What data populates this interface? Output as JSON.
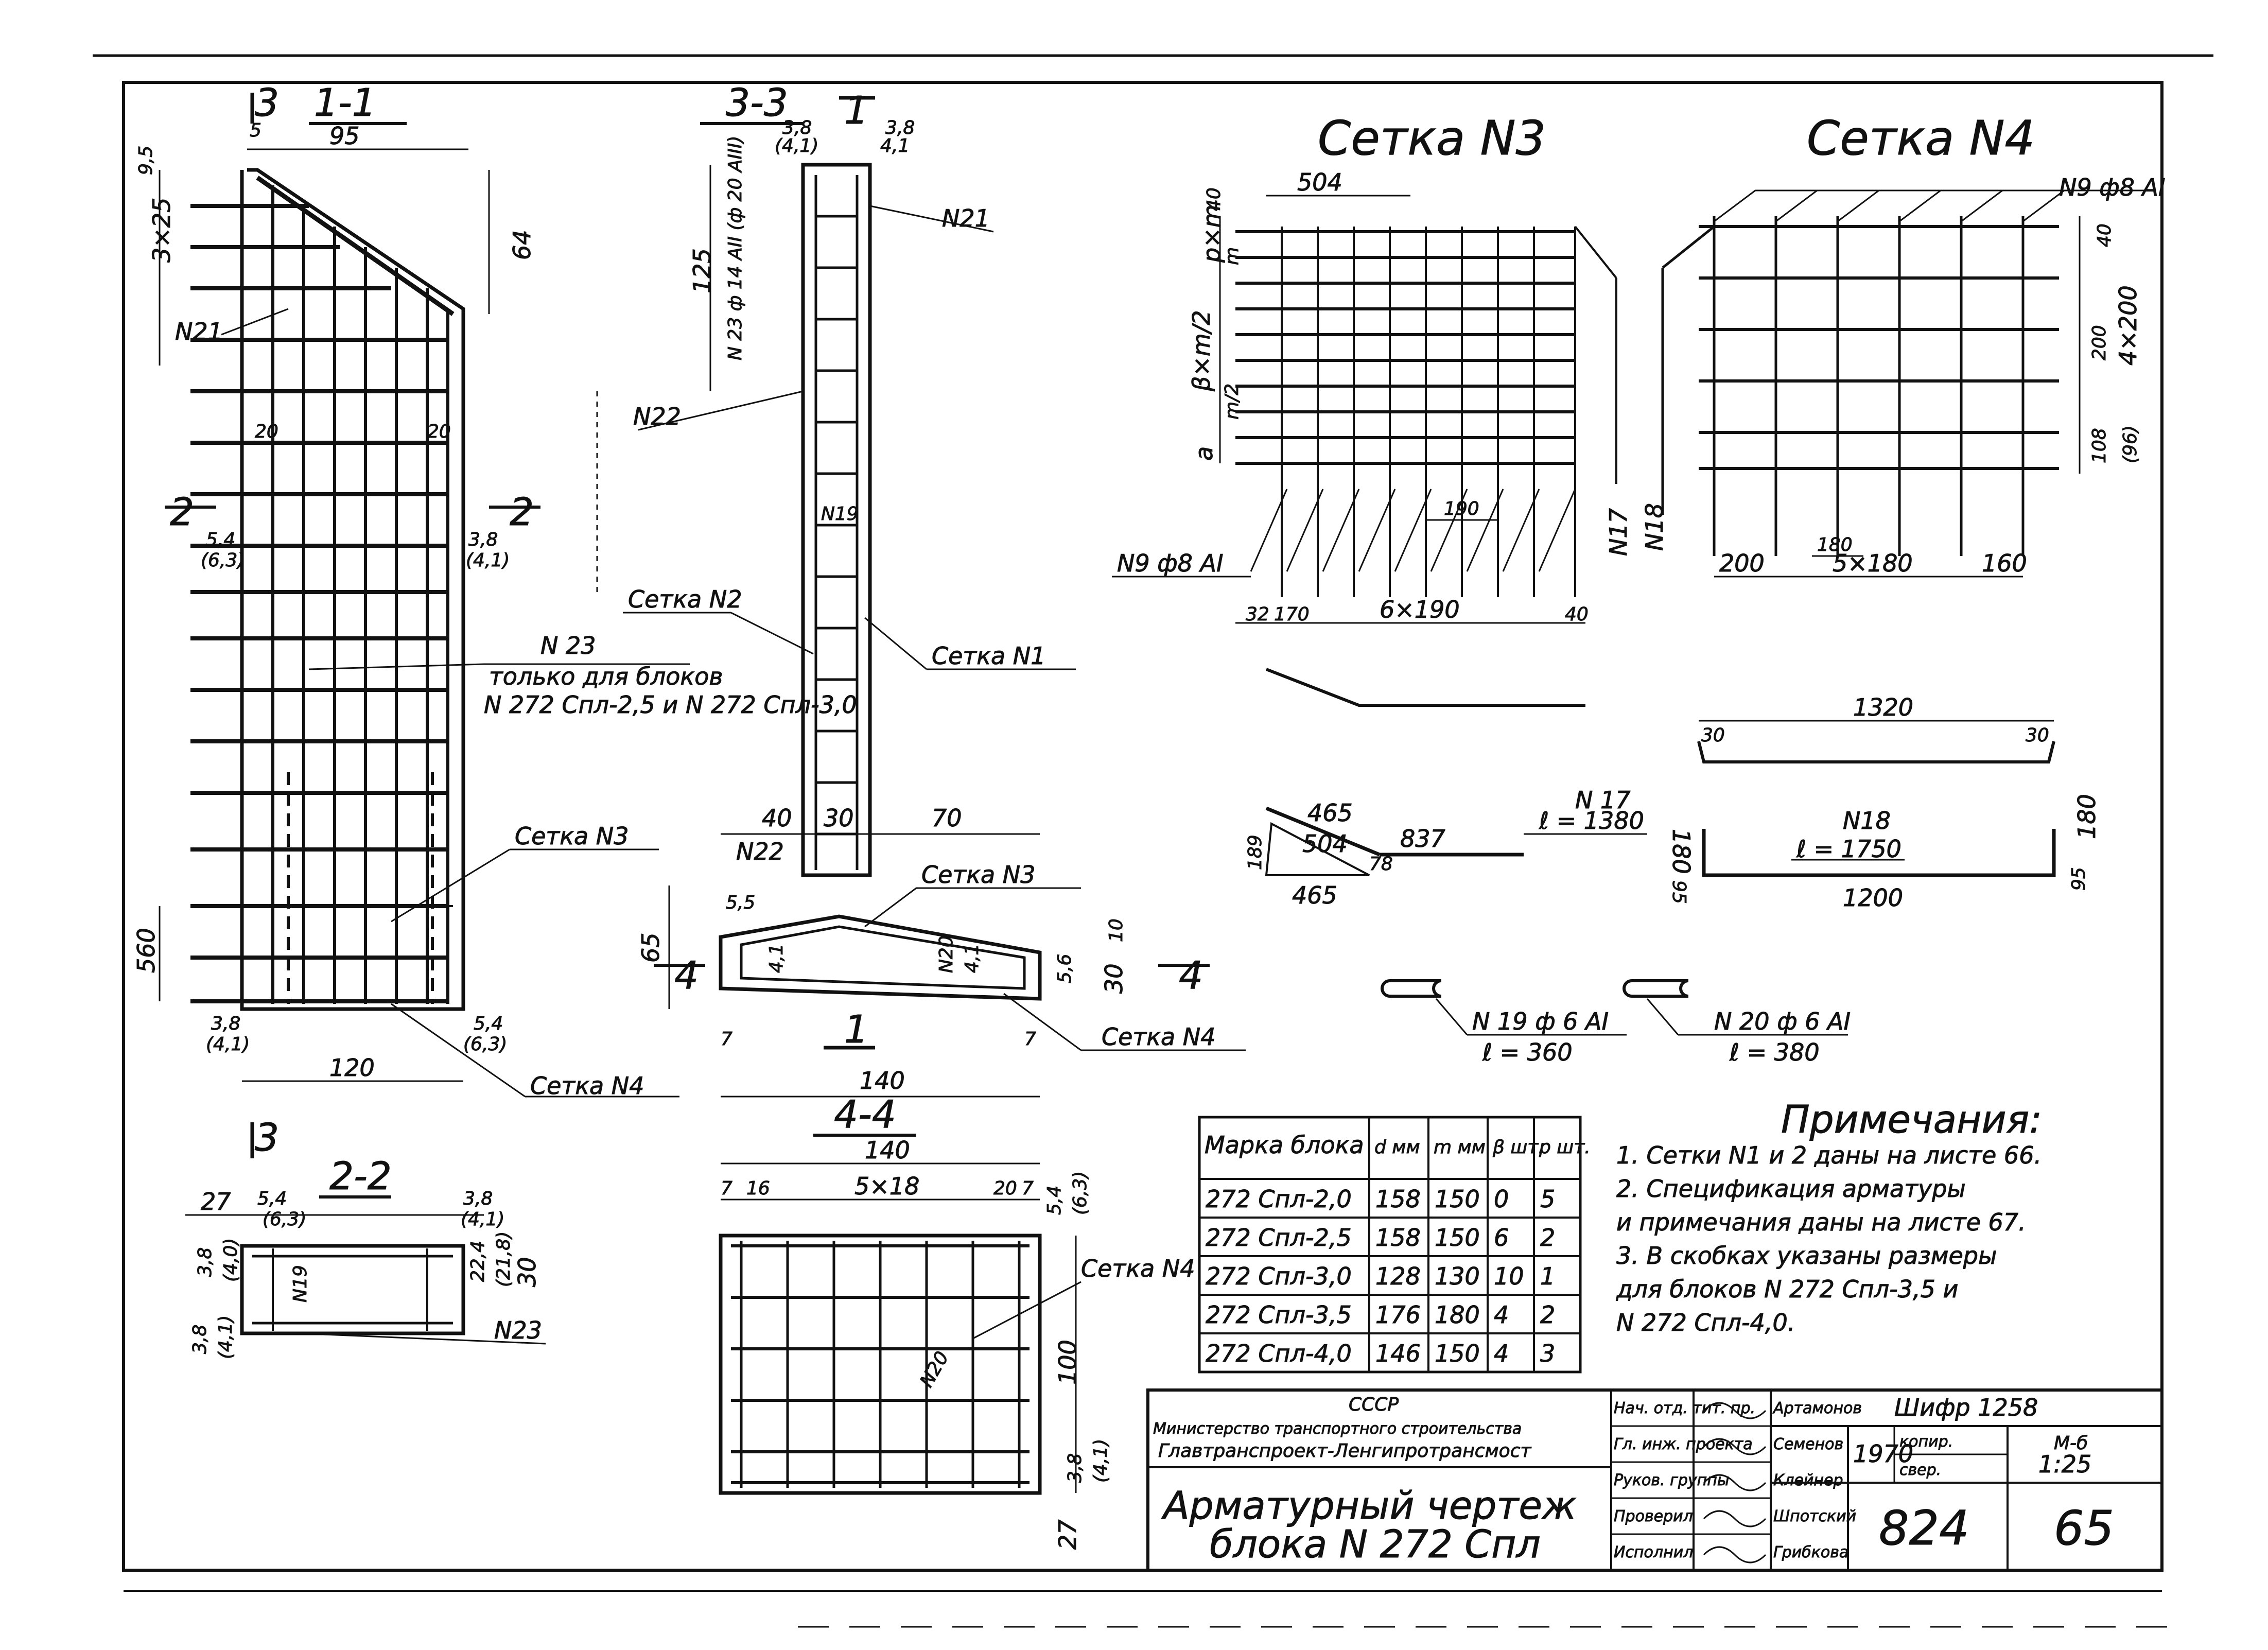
{
  "sections": {
    "s11": {
      "title": "1-1",
      "cut3": "3",
      "dim_95": "95",
      "dim_5": "5",
      "dim_95a": "9,5",
      "dim_64": "64",
      "dim_3x25": "3×25",
      "n21": "N21",
      "dim_20a": "20",
      "dim_20b": "20",
      "dim_54": "5,4",
      "dim_54b": "(6,3)",
      "dim_38": "3,8",
      "dim_38b": "(4,1)",
      "cut2": "2",
      "dim_560": "560",
      "dim_bot38": "3,8",
      "dim_bot41": "(4,1)",
      "dim_bot54": "5,4",
      "dim_bot63": "(6,3)",
      "dim_120": "120",
      "setka4": "Сетка N4",
      "setka3": "Сетка N3",
      "n23": "N 23",
      "n23_note1": "только для блоков",
      "n23_note2": "N 272 Спл-2,5 и N 272 Спл-3,0",
      "rebar_note": "N 23 ф 14 AII (ф 20 AIII)",
      "cut3b": "3"
    },
    "s33": {
      "title": "3-3",
      "cut1": "1",
      "dim_38a": "3,8",
      "dim_41a": "(4,1)",
      "dim_38b": "3,8",
      "dim_41b": "4,1",
      "dim_125": "125",
      "n21": "N21",
      "n22": "N22",
      "n19": "N19",
      "setka2": "Сетка N2",
      "setka1": "Сетка N1",
      "dim_40": "40",
      "dim_30": "30",
      "dim_70": "70",
      "n22b": "N22",
      "setka3": "Сетка N3",
      "dim_55": "5,5",
      "dim_65": "65",
      "dim_10": "10",
      "dim_30b": "30",
      "dim_56": "5,6",
      "n20": "N20",
      "dim_41": "4,1",
      "cut4a": "4",
      "cut4b": "4",
      "cut1b": "1",
      "dim_7a": "7",
      "dim_7b": "7",
      "dim_140": "140",
      "setka4": "Сетка N4"
    },
    "s22": {
      "title": "2-2",
      "dim_27": "27",
      "dim_54": "5,4",
      "dim_63": "(6,3)",
      "dim_38": "3,8",
      "dim_41": "(4,1)",
      "dim_l38": "3,8",
      "dim_l40": "(4,0)",
      "dim_r224": "22,4",
      "dim_r218": "(21,8)",
      "dim_r30": "30",
      "dim_b38": "3,8",
      "dim_b41": "(4,1)",
      "n19": "N19",
      "n23": "N23"
    },
    "s44": {
      "title": "4-4",
      "dim_140": "140",
      "dim_7": "7",
      "dim_16": "16",
      "dim_5x18": "5×18",
      "dim_20": "20",
      "dim_7b": "7",
      "dim_54": "5,4",
      "dim_63": "(6,3)",
      "setka4": "Сетка N4",
      "n20": "N20",
      "dim_100": "100",
      "dim_38": "3,8",
      "dim_41": "(4,1)",
      "dim_27": "27"
    }
  },
  "setka3": {
    "title": "Сетка N3",
    "dim_504": "504",
    "dim_pm": "p×m",
    "dim_40": "40",
    "dim_m": "m",
    "dim_bm2": "β×m/2",
    "dim_m2": "m/2",
    "dim_a": "a",
    "dim_190": "190",
    "n17": "N17",
    "n9": "N9 ф8 AI",
    "dim_32": "32",
    "dim_170": "170",
    "dim_6x190": "6×190",
    "dim_40b": "40"
  },
  "setka4": {
    "title": "Сетка N4",
    "n9": "N9 ф8 AI",
    "dim_40": "40",
    "dim_200": "200",
    "dim_4x200": "4×200",
    "dim_108": "108",
    "dim_96": "(96)",
    "n18": "N18",
    "dim_180": "180",
    "dim_200b": "200",
    "dim_5x180": "5×180",
    "dim_160": "160"
  },
  "bars": {
    "top_1320": "1320",
    "top_30a": "30",
    "top_30b": "30",
    "n17_465": "465",
    "n17_504": "504",
    "n17_78": "78",
    "n17_189": "189",
    "n17_465b": "465",
    "n17_837": "837",
    "n17_label": "N 17",
    "n17_len": "ℓ = 1380",
    "n18_label": "N18",
    "n18_len": "ℓ = 1750",
    "n18_1200": "1200",
    "n18_180a": "180",
    "n18_95a": "95",
    "n18_180b": "180",
    "n18_95b": "95",
    "n19_label": "N 19 ф 6 AI",
    "n19_len": "ℓ = 360",
    "n20_label": "N 20 ф 6 AI",
    "n20_len": "ℓ = 380"
  },
  "table": {
    "headers": [
      "Марка блока",
      "d мм",
      "m мм",
      "β шт.",
      "p шт."
    ],
    "rows": [
      [
        "272 Спл-2,0",
        "158",
        "150",
        "0",
        "5"
      ],
      [
        "272 Спл-2,5",
        "158",
        "150",
        "6",
        "2"
      ],
      [
        "272 Спл-3,0",
        "128",
        "130",
        "10",
        "1"
      ],
      [
        "272 Спл-3,5",
        "176",
        "180",
        "4",
        "2"
      ],
      [
        "272 Спл-4,0",
        "146",
        "150",
        "4",
        "3"
      ]
    ]
  },
  "notes": {
    "title": "Примечания:",
    "lines": [
      "1. Сетки N1 и 2 даны на листе 66.",
      "2. Спецификация арматуры",
      "   и примечания даны на листе 67.",
      "3. В скобках указаны размеры",
      "   для блоков N 272 Спл-3,5 и",
      "   N 272 Спл-4,0."
    ]
  },
  "stamp": {
    "org1": "СССР",
    "org2": "Министерство транспортного строительства",
    "org3": "Главтранспроект-Ленгипротрансмост",
    "title1": "Арматурный чертеж",
    "title2": "блока N 272 Спл",
    "roles": [
      "Нач. отд. тит. пр.",
      "Гл. инж. проекта",
      "Руков. группы",
      "Проверил",
      "Исполнил"
    ],
    "names": [
      "Артамонов",
      "Семенов",
      "Клейнер",
      "Шпотский",
      "Грибкова"
    ],
    "cipher": "Шифр 1258",
    "year": "1970",
    "copy": "копир.",
    "sver": "свер.",
    "scale_m": "М-б",
    "scale": "1:25",
    "album": "824",
    "sheet": "65"
  }
}
